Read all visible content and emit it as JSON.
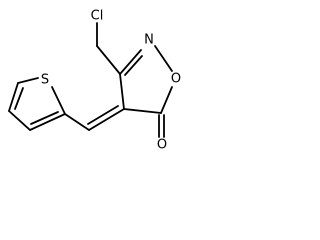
{
  "structure": {
    "atom_labels": {
      "cl": "Cl",
      "n": "N",
      "o_ring": "O",
      "o_carbonyl": "O",
      "s": "S"
    }
  },
  "colors": {
    "bond": "#000000",
    "label": "#000000",
    "background": "#ffffff"
  }
}
